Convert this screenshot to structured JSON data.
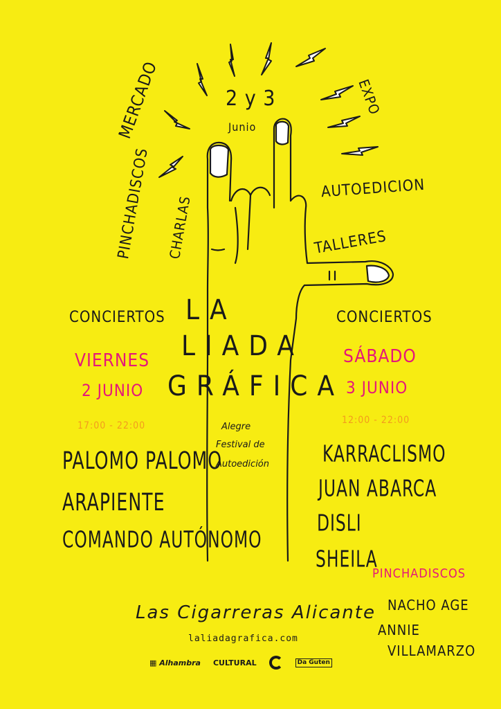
{
  "dates": {
    "days": "2 y 3",
    "month": "Junio"
  },
  "activities": {
    "mercado": "MERCADO",
    "pinchadiscos": "PINCHADISCOS",
    "charlas": "CHARLAS",
    "expo": "EXPO",
    "autoedicion": "AUTOEDICION",
    "talleres": "TALLERES"
  },
  "title": {
    "line1": "LA",
    "line2": "LIADA",
    "line3": "GRÁFICA"
  },
  "subtitle": {
    "line1": "Alegre",
    "line2": "Festival de",
    "line3": "Autoedición"
  },
  "friday": {
    "heading": "CONCIERTOS",
    "day": "VIERNES",
    "date": "2 JUNIO",
    "time": "17:00 - 22:00",
    "bands": [
      "PALOMO PALOMO",
      "ARAPIENTE",
      "COMANDO AUTÓNOMO"
    ]
  },
  "saturday": {
    "heading": "CONCIERTOS",
    "day": "SÁBADO",
    "date": "3 JUNIO",
    "time": "12:00 - 22:00",
    "bands": [
      "KARRACLISMO",
      "JUAN ABARCA",
      "DISLI",
      "SHEILA"
    ]
  },
  "djs": {
    "heading": "PINCHADISCOS",
    "names": [
      "NACHO AGE",
      "ANNIE",
      "VILLAMARZO"
    ]
  },
  "venue": "Las Cigarreras Alicante",
  "website": "laliadagrafica.com",
  "logos": [
    "Alhambra",
    "CULTURAL",
    "Da Guten"
  ],
  "colors": {
    "background": "#f7ec12",
    "ink": "#1a1a1a",
    "pink": "#e5177a",
    "orange": "#f39a1e"
  }
}
